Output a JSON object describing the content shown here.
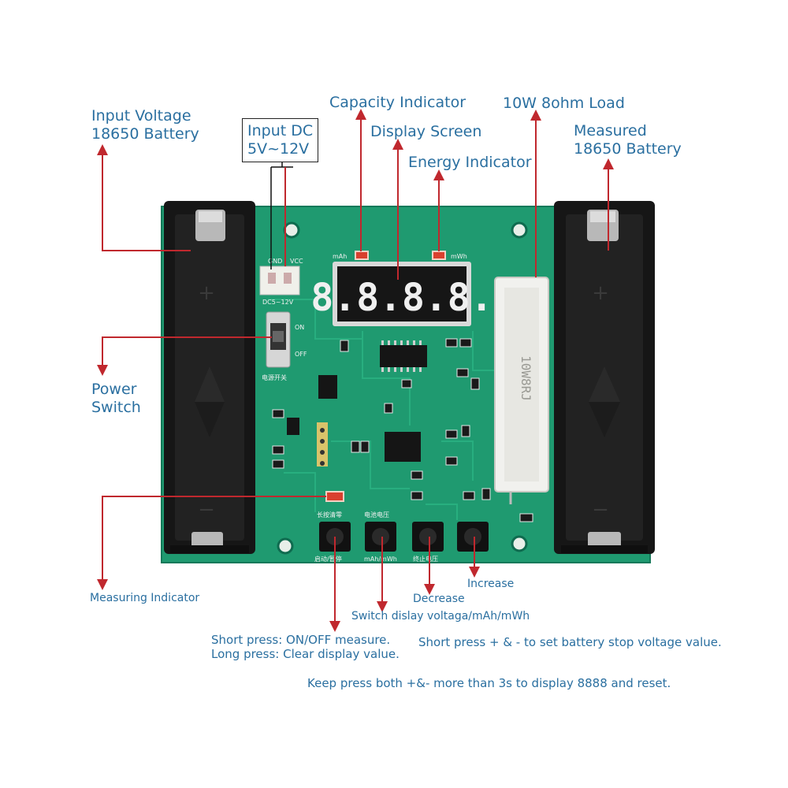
{
  "labels": {
    "input_voltage": [
      "Input Voltage",
      "18650 Battery"
    ],
    "input_dc": [
      "Input DC",
      "5V~12V"
    ],
    "capacity_indicator": "Capacity Indicator",
    "display_screen": "Display Screen",
    "energy_indicator": "Energy Indicator",
    "load": "10W 8ohm Load",
    "measured_battery": [
      "Measured",
      "18650 Battery"
    ],
    "power_switch": [
      "Power",
      "Switch"
    ],
    "measuring_indicator": "Measuring Indicator",
    "increase": "Increase",
    "decrease": "Decrease",
    "switch_display": "Switch dislay voltaga/mAh/mWh",
    "short_press": "Short press: ON/OFF measure.",
    "long_press": "Long press: Clear display value.",
    "stop_voltage": "Short press + & - to set battery stop voltage value.",
    "reset_note": "Keep press both +&- more than 3s to display 8888 and reset."
  },
  "board": {
    "display_digits": "8.8.8.8.",
    "led_mah": "mAh",
    "led_mwh": "mWh",
    "connector_label": "DC5~12V",
    "pin_gnd": "GND",
    "pin_vcc": "VCC",
    "switch_on": "ON",
    "switch_off": "OFF",
    "switch_cn": "电源开关",
    "resistor_text": "10W8RJ",
    "buttons": [
      {
        "top": "长按清零",
        "bottom": "启动/暂停"
      },
      {
        "top": "电池电压",
        "bottom": "mAh/mWh"
      },
      {
        "top": "",
        "bottom": "终止电压"
      },
      {
        "top": "",
        "bottom": ""
      }
    ]
  },
  "colors": {
    "pcb": "#1f9a70",
    "label_text": "#2a6fa0",
    "arrow": "#c0282e",
    "holder": "#161616",
    "led": "#d9402e"
  }
}
